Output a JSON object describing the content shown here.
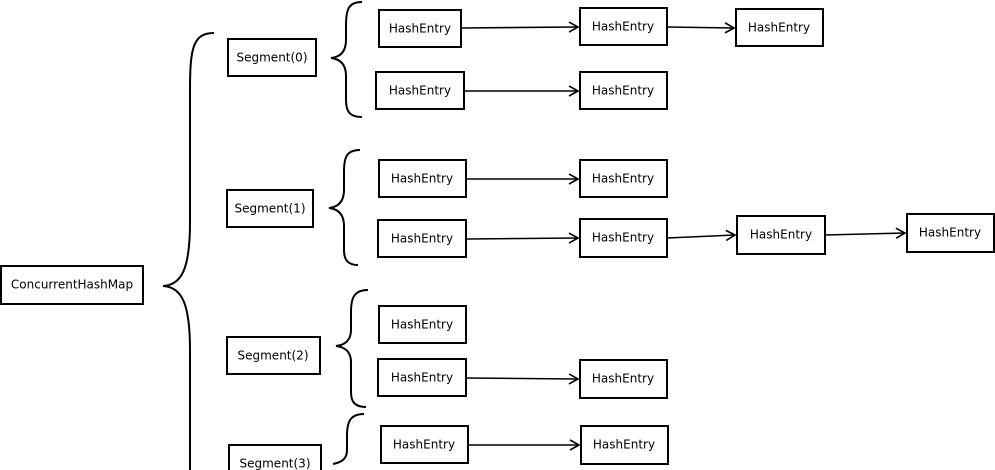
{
  "root": {
    "label": "ConcurrentHashMap"
  },
  "segments": [
    {
      "label": "Segment(0)",
      "chains": [
        [
          "HashEntry",
          "HashEntry",
          "HashEntry"
        ],
        [
          "HashEntry",
          "HashEntry"
        ]
      ]
    },
    {
      "label": "Segment(1)",
      "chains": [
        [
          "HashEntry",
          "HashEntry"
        ],
        [
          "HashEntry",
          "HashEntry",
          "HashEntry",
          "HashEntry"
        ]
      ]
    },
    {
      "label": "Segment(2)",
      "chains": [
        [
          "HashEntry"
        ],
        [
          "HashEntry",
          "HashEntry"
        ]
      ]
    },
    {
      "label": "Segment(3)",
      "chains": [
        [
          "HashEntry",
          "HashEntry"
        ]
      ]
    }
  ]
}
